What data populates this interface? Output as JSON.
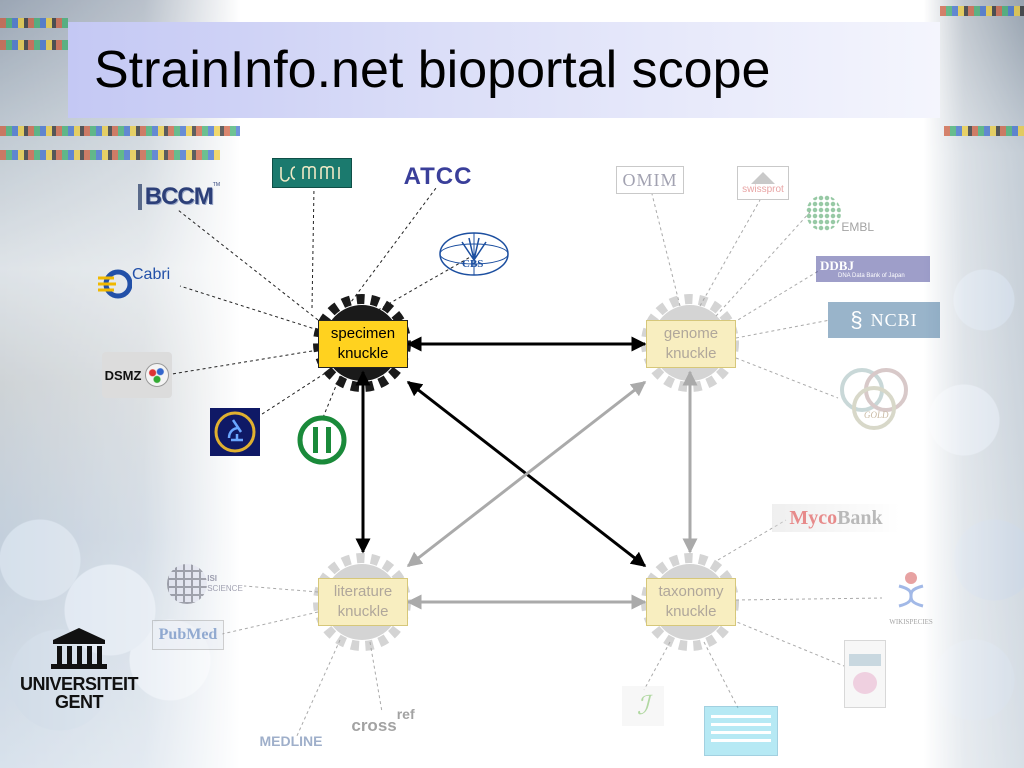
{
  "title": "StrainInfo.net bioportal scope",
  "knuckles": {
    "specimen": {
      "line1": "specimen",
      "line2": "knuckle"
    },
    "genome": {
      "line1": "genome",
      "line2": "knuckle"
    },
    "literature": {
      "line1": "literature",
      "line2": "knuckle"
    },
    "taxonomy": {
      "line1": "taxonomy",
      "line2": "knuckle"
    }
  },
  "logos": {
    "bccm": "BCCM",
    "bccm_tm": "TM",
    "atcc": "ATCC",
    "cbs": "CBS",
    "cabri": "Cabri",
    "dsmz": "DSMZ",
    "omim": "OMIM",
    "swissprot": "swissprot",
    "embl": "EMBL",
    "ddbj": "DDBJ",
    "ddbj_sub": "DNA Data Bank of Japan",
    "ncbi": "NCBI",
    "gold": "GOLD",
    "mycobank_myco": "Myco",
    "mycobank_bank": "Bank",
    "wikispecies": "WIKISPECIES",
    "isi": "ISI",
    "science": "SCIENCE",
    "pubmed": "PubMed",
    "medline": "MEDLINE",
    "crossref_cross": "cross",
    "crossref_ref": "ref"
  },
  "university": {
    "line1": "UNIVERSITEIT",
    "line2": "GENT"
  },
  "colors": {
    "active_knuckle": "#ffd21f",
    "inactive_knuckle": "#f8eec0",
    "title_bar": "#c4c8f4"
  }
}
